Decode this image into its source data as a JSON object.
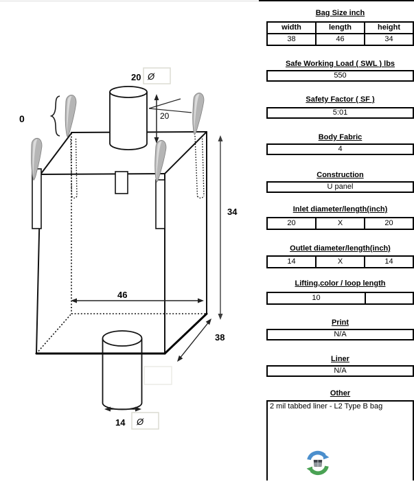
{
  "drawing": {
    "loop_height_label": "0",
    "top_spout_diameter": "20",
    "top_spout_dia_symbol": "Ø",
    "top_spout_length": "20",
    "bag_height_dim": "34",
    "bag_length_dim": "46",
    "bag_width_dim": "38",
    "bottom_spout_diameter": "14",
    "bottom_spout_dia_symbol": "Ø"
  },
  "panel": {
    "sections": [
      {
        "title": "Bag Size inch",
        "headers": [
          "width",
          "length",
          "height"
        ],
        "values": [
          "38",
          "46",
          "34"
        ]
      },
      {
        "title": "Safe Working Load ( SWL ) lbs",
        "value": "550"
      },
      {
        "title": "Safety Factor ( SF )",
        "value": "5:01"
      },
      {
        "title": "Body Fabric",
        "value": "4"
      },
      {
        "title": "Construction",
        "value": "U panel"
      },
      {
        "title": "Inlet diameter/length(inch)",
        "cells": [
          "20",
          "X",
          "20"
        ]
      },
      {
        "title": "Outlet diameter/length(inch)",
        "cells": [
          "14",
          "X",
          "14"
        ]
      },
      {
        "title": "Lifting,color / loop length",
        "cells": [
          "10",
          ""
        ]
      },
      {
        "title": "Print",
        "value": "N/A"
      },
      {
        "title": "Liner",
        "value": "N/A"
      },
      {
        "title": "Other",
        "value": "2 mil tabbed liner - L2 Type B bag"
      }
    ]
  },
  "icons": {
    "logo": "recycled-bulk-bag-logo"
  },
  "colors": {
    "logo_blue": "#4b8fcd",
    "logo_green": "#4aa254",
    "loop_grey": "#b5b5b5",
    "dim_arrow": "#3c3c3c"
  }
}
